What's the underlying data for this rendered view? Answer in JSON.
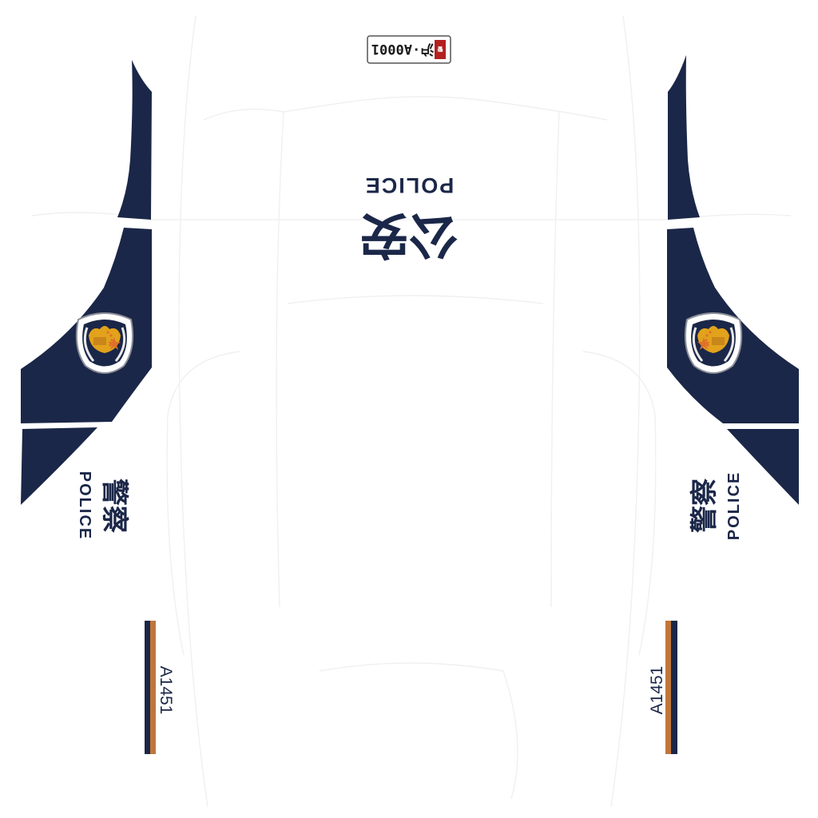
{
  "roof": {
    "chinese_text": "公安",
    "english_text": "POLICE"
  },
  "license_plate": {
    "badge_text": "警",
    "number": "沪·A0001"
  },
  "side_panel": {
    "chinese_text": "警察",
    "english_text": "POLICE",
    "unit_number": "A1451"
  },
  "colors": {
    "body": "#ffffff",
    "navy": "#1b2748",
    "stripe_orange": "#c0763a",
    "emblem_gold": "#e2a21c",
    "emblem_star": "#e0702a"
  },
  "icons": {
    "emblem": "police-emblem-icon"
  }
}
